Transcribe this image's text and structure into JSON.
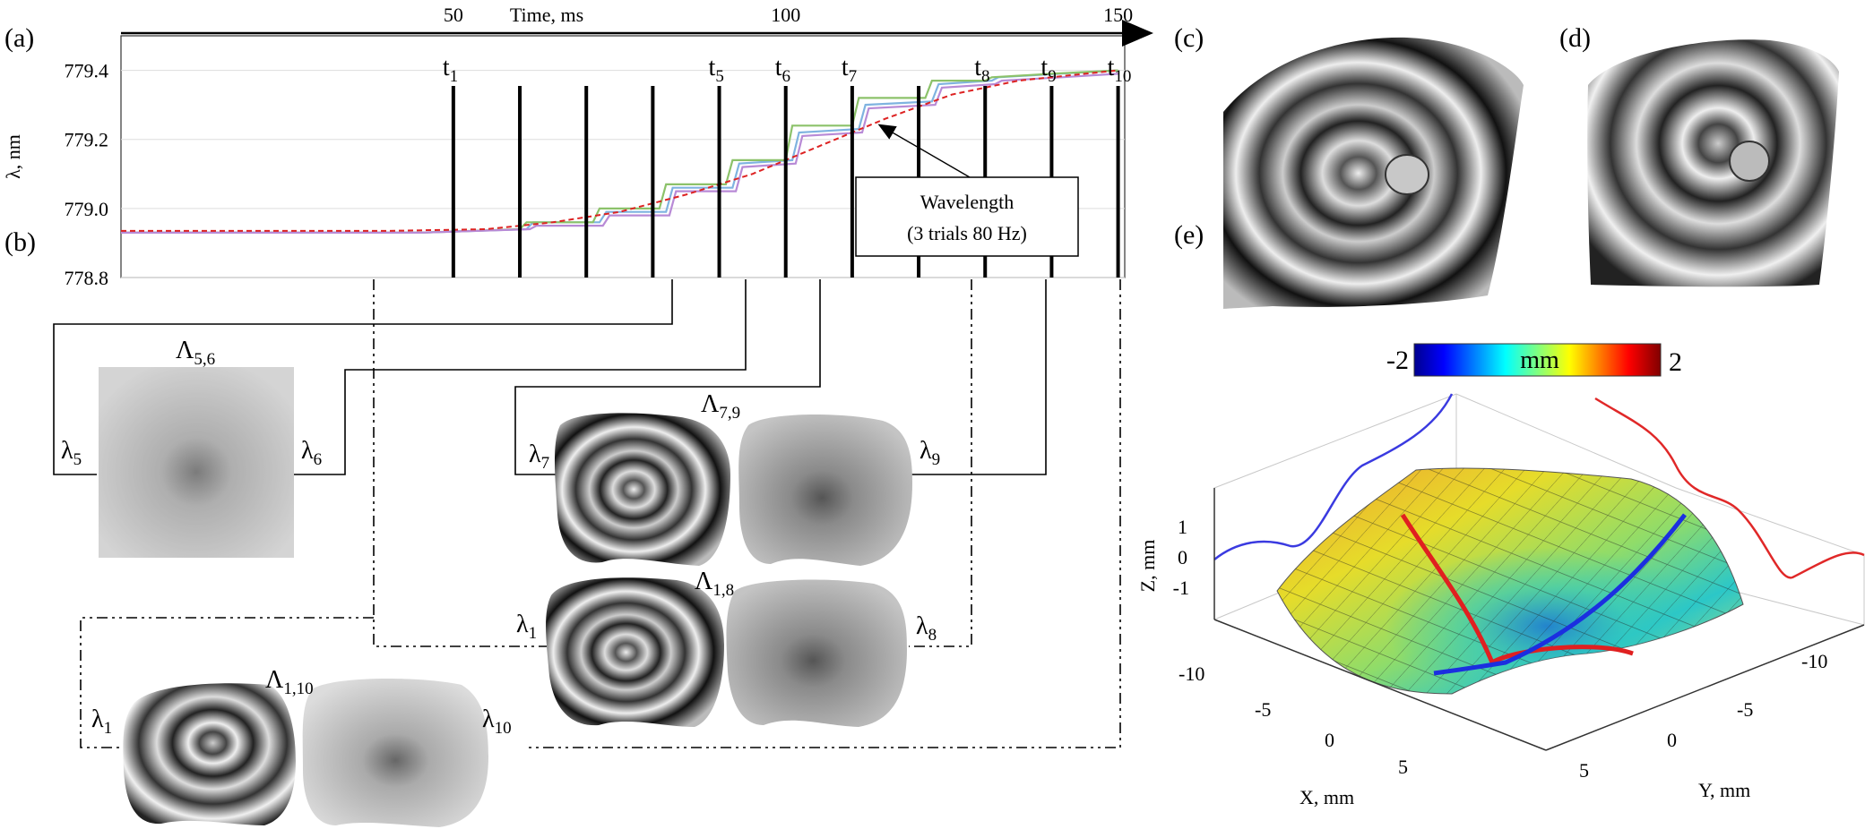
{
  "panels": {
    "a": "(a)",
    "b": "(b)",
    "c": "(c)",
    "d": "(d)",
    "e": "(e)"
  },
  "chart_data": {
    "type": "line",
    "xlabel": "Time, ms",
    "ylabel": "λ, nm",
    "xlim": [
      0,
      151
    ],
    "ylim": [
      778.8,
      779.5
    ],
    "x_ticks": [
      {
        "label": "50",
        "value": 50
      },
      {
        "label": "100",
        "value": 100
      },
      {
        "label": "150",
        "value": 150
      }
    ],
    "y_ticks": [
      {
        "label": "778.8",
        "value": 778.8
      },
      {
        "label": "779.0",
        "value": 779.0
      },
      {
        "label": "779.2",
        "value": 779.2
      },
      {
        "label": "779.4",
        "value": 779.4
      }
    ],
    "markers": [
      {
        "label": "t",
        "sub": "1",
        "x": 50
      },
      {
        "x": 60
      },
      {
        "x": 70
      },
      {
        "x": 80
      },
      {
        "label": "t",
        "sub": "5",
        "x": 90
      },
      {
        "label": "t",
        "sub": "6",
        "x": 100
      },
      {
        "label": "t",
        "sub": "7",
        "x": 110
      },
      {
        "x": 120
      },
      {
        "label": "t",
        "sub": "8",
        "x": 130
      },
      {
        "label": "t",
        "sub": "9",
        "x": 140
      },
      {
        "label": "t",
        "sub": "10",
        "x": 150
      }
    ],
    "series": [
      {
        "color": "#7fb3e0",
        "points": [
          [
            0,
            778.93
          ],
          [
            45,
            778.93
          ],
          [
            61,
            778.94
          ],
          [
            62,
            778.96
          ],
          [
            72,
            778.96
          ],
          [
            73,
            778.99
          ],
          [
            82,
            778.99
          ],
          [
            83,
            779.06
          ],
          [
            92,
            779.06
          ],
          [
            93,
            779.13
          ],
          [
            101,
            779.14
          ],
          [
            102,
            779.22
          ],
          [
            111,
            779.23
          ],
          [
            112,
            779.3
          ],
          [
            122,
            779.31
          ],
          [
            123,
            779.36
          ],
          [
            131,
            779.37
          ],
          [
            132,
            779.38
          ],
          [
            141,
            779.39
          ],
          [
            150,
            779.4
          ]
        ]
      },
      {
        "color": "#8cc26a",
        "points": [
          [
            0,
            778.93
          ],
          [
            45,
            778.93
          ],
          [
            60,
            778.94
          ],
          [
            61,
            778.96
          ],
          [
            71,
            778.96
          ],
          [
            72,
            779.0
          ],
          [
            81,
            779.0
          ],
          [
            82,
            779.07
          ],
          [
            91,
            779.07
          ],
          [
            92,
            779.14
          ],
          [
            100,
            779.14
          ],
          [
            101,
            779.24
          ],
          [
            110,
            779.24
          ],
          [
            111,
            779.32
          ],
          [
            121,
            779.32
          ],
          [
            122,
            779.37
          ],
          [
            130,
            779.37
          ],
          [
            131,
            779.38
          ],
          [
            140,
            779.39
          ],
          [
            150,
            779.4
          ]
        ]
      },
      {
        "color": "#b88ad6",
        "points": [
          [
            0,
            778.93
          ],
          [
            45,
            778.93
          ],
          [
            61.5,
            778.94
          ],
          [
            62.5,
            778.95
          ],
          [
            72.5,
            778.95
          ],
          [
            73.5,
            778.98
          ],
          [
            82.5,
            778.98
          ],
          [
            83.5,
            779.05
          ],
          [
            92.5,
            779.05
          ],
          [
            93.5,
            779.12
          ],
          [
            101.5,
            779.13
          ],
          [
            102.5,
            779.21
          ],
          [
            111.5,
            779.22
          ],
          [
            112.5,
            779.29
          ],
          [
            122.5,
            779.3
          ],
          [
            123.5,
            779.35
          ],
          [
            131.5,
            779.36
          ],
          [
            132.5,
            779.37
          ],
          [
            141.5,
            779.38
          ],
          [
            150,
            779.39
          ]
        ]
      },
      {
        "color": "#dd2222",
        "dashed": true,
        "points": [
          [
            0,
            778.935
          ],
          [
            40,
            778.935
          ],
          [
            55,
            778.94
          ],
          [
            65,
            778.96
          ],
          [
            75,
            778.99
          ],
          [
            85,
            779.04
          ],
          [
            95,
            779.1
          ],
          [
            105,
            779.18
          ],
          [
            115,
            779.26
          ],
          [
            125,
            779.33
          ],
          [
            135,
            779.37
          ],
          [
            145,
            779.39
          ],
          [
            150,
            779.4
          ]
        ]
      }
    ],
    "annotation": {
      "line1": "Wavelength",
      "line2": "(3 trials 80 Hz)"
    }
  },
  "interferogram_labels": {
    "g56": {
      "lambda": "Λ",
      "sub": "5,6",
      "left": "λ",
      "left_sub": "5",
      "right": "λ",
      "right_sub": "6"
    },
    "g79": {
      "lambda": "Λ",
      "sub": "7,9",
      "left": "λ",
      "left_sub": "7",
      "right": "λ",
      "right_sub": "9"
    },
    "g18": {
      "lambda": "Λ",
      "sub": "1,8",
      "left": "λ",
      "left_sub": "1",
      "right": "λ",
      "right_sub": "8"
    },
    "g110": {
      "lambda": "Λ",
      "sub": "1,10",
      "left": "λ",
      "left_sub": "1",
      "right": "λ",
      "right_sub": "10"
    }
  },
  "colorbar": {
    "min": "-2",
    "max": "2",
    "unit": "mm"
  },
  "surface": {
    "zlabel": "Z, mm",
    "xlabel": "X, mm",
    "ylabel": "Y, mm",
    "z_ticks": [
      "1",
      "0",
      "-1"
    ],
    "x_ticks": [
      "-10",
      "-5",
      "0",
      "5"
    ],
    "y_ticks": [
      "5",
      "0",
      "-5",
      "-10"
    ]
  },
  "colors": {
    "red_curve": "#dd2222",
    "blue_curve": "#1b2fe0"
  }
}
